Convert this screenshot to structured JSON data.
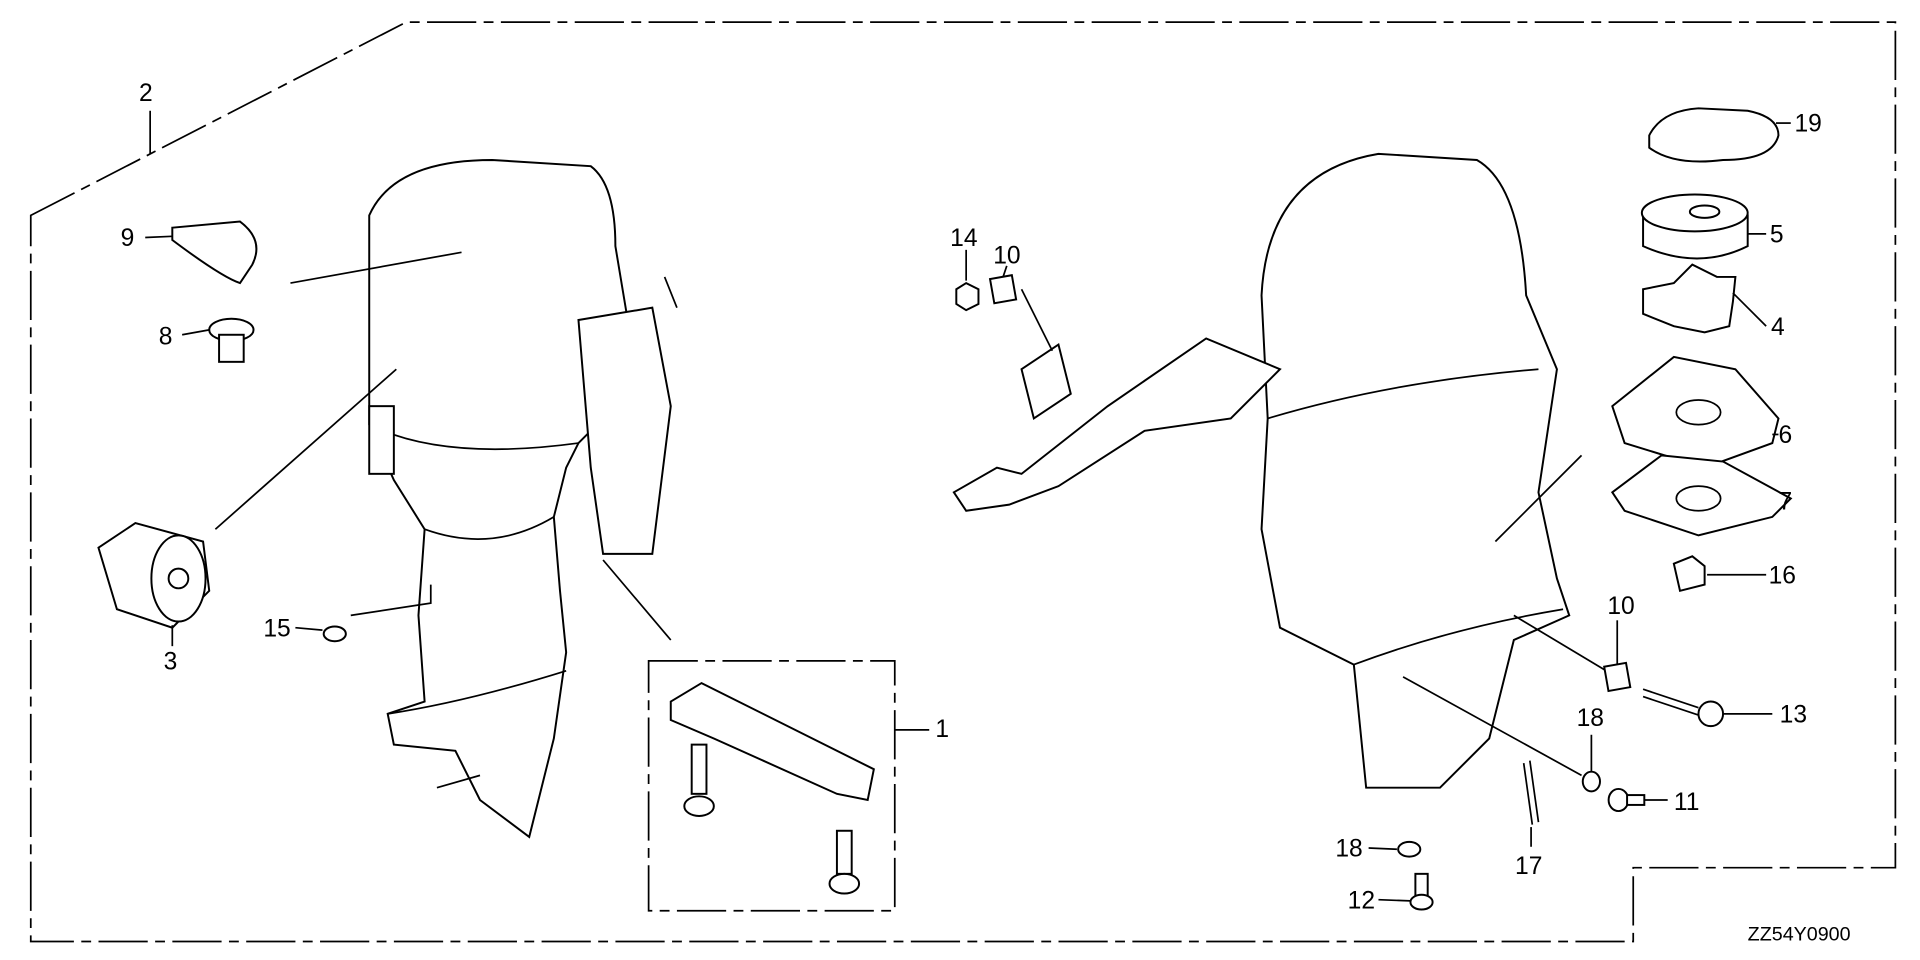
{
  "diagram_code": "ZZ54Y0900",
  "callouts": {
    "c1": "1",
    "c2": "2",
    "c3": "3",
    "c4": "4",
    "c5": "5",
    "c6": "6",
    "c7": "7",
    "c8": "8",
    "c9": "9",
    "c10a": "10",
    "c10b": "10",
    "c11": "11",
    "c12": "12",
    "c13": "13",
    "c14": "14",
    "c15": "15",
    "c16": "16",
    "c17": "17",
    "c18a": "18",
    "c18b": "18",
    "c19": "19"
  }
}
